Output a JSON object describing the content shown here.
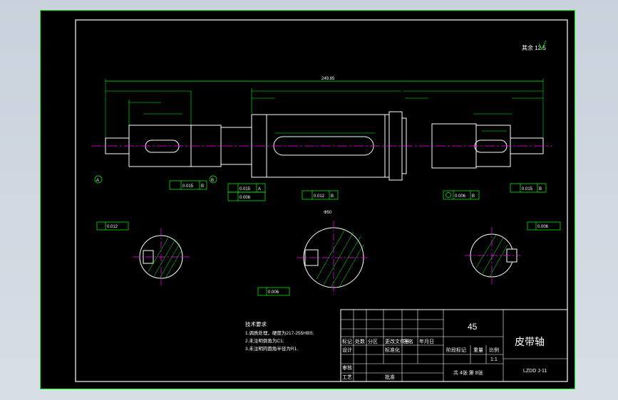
{
  "drawing": {
    "part_name": "皮带轴",
    "material": "45",
    "drawing_number": "LZDD J-11",
    "scale_value": "1:1",
    "sheet_info": "共 4张  第 8张",
    "surface_finish": "其余 12.5",
    "overall_length": "249.85",
    "section_diameter": "Φ50",
    "technical_requirements": {
      "heading": "技术要求",
      "items": [
        "1.调质处理，硬度为217-255HBS;",
        "2.未注明倒角为C1;",
        "3.未注明的圆角半径为R1."
      ]
    },
    "title_block": {
      "row_labels": {
        "marks": "标记",
        "count": "处数",
        "zone": "分区",
        "change_doc": "更改文件号",
        "signature": "签名",
        "date": "年月日",
        "design": "设计",
        "standardize": "标准化",
        "stage_mark": "阶段标记",
        "weight": "重量",
        "scale": "比例",
        "review": "审核",
        "process": "工艺",
        "approve": "批准"
      }
    },
    "tolerances": {
      "left_runout": "0.015",
      "center_parallel": "0.015",
      "center_sym": "0.006",
      "center_runout": "0.012",
      "right_coax": "0.006",
      "right_runout": "0.015",
      "section_left": "0.012",
      "section_center": "0.006",
      "section_right": "0.006"
    },
    "datums": {
      "a": "A",
      "b": "B"
    }
  }
}
